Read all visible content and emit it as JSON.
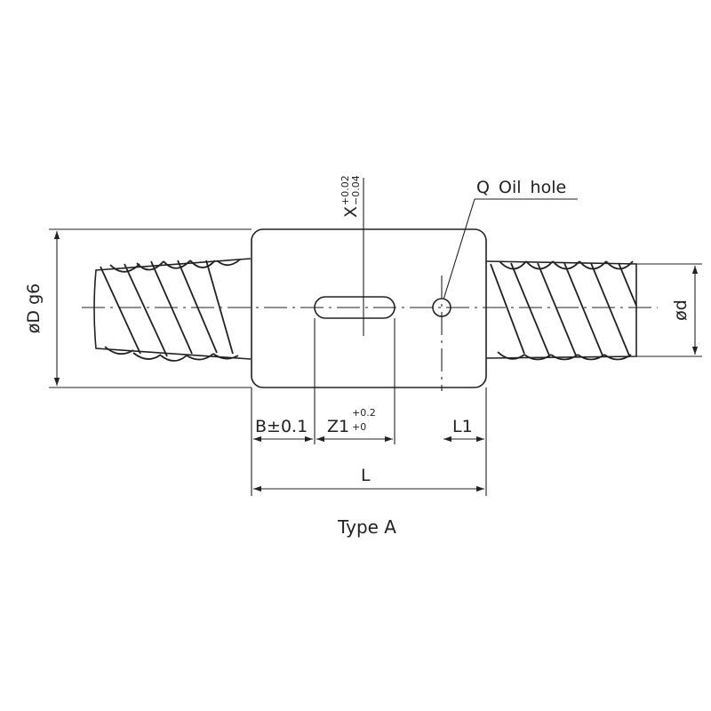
{
  "labels": {
    "diameter_D": "øD g6",
    "diameter_d": "ød",
    "x_base": "X",
    "x_upper": "+0.02",
    "x_lower": "−0.04",
    "oil_hole": "Q Oil hole",
    "b_dim": "B±0.1",
    "z1_base": "Z1",
    "z1_upper": "+0.2",
    "z1_lower": "+0",
    "l1_dim": "L1",
    "l_dim": "L",
    "caption": "Type A"
  }
}
